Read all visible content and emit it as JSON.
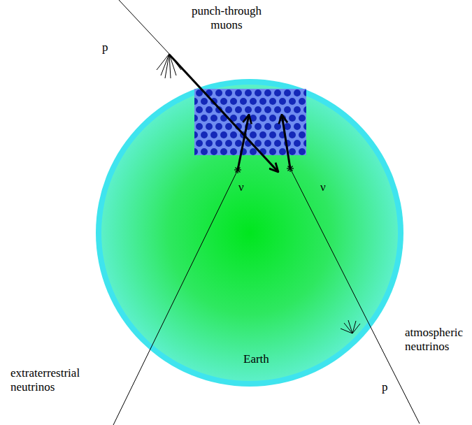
{
  "diagram": {
    "nodes": [
      {
        "text": [
          "Earth"
        ]
      }
    ],
    "labels": [
      "punch-through muons",
      "p",
      "ν",
      "ν",
      "extraterrestrial neutrinos",
      "atmospheric neutrinos",
      "p"
    ]
  }
}
